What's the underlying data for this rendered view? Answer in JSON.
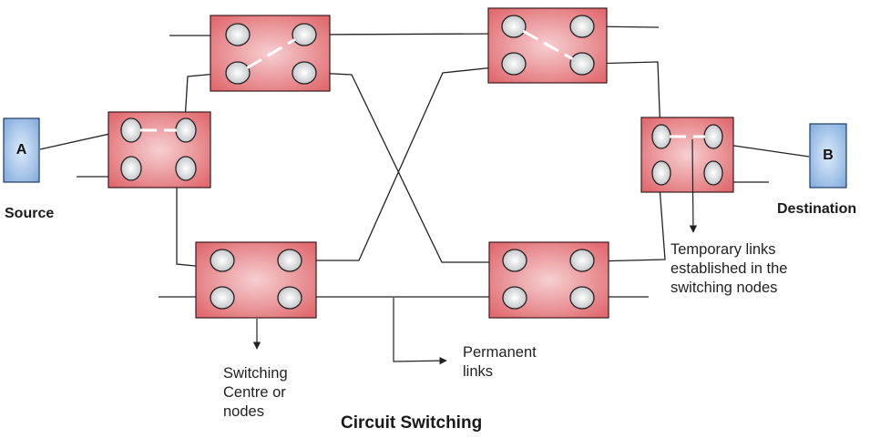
{
  "title": "Circuit Switching",
  "endpoints": [
    {
      "id": "source",
      "letter": "A",
      "caption": "Source"
    },
    {
      "id": "destination",
      "letter": "B",
      "caption": "Destination"
    }
  ],
  "nodes": [
    {
      "id": "node-left",
      "temporary_link": "top-left to top-right"
    },
    {
      "id": "node-top-left",
      "temporary_link": "bottom-left to top-right"
    },
    {
      "id": "node-top-right",
      "temporary_link": "top-left to bottom-right"
    },
    {
      "id": "node-right",
      "temporary_link": "top-left to top-right"
    },
    {
      "id": "node-bottom-left",
      "temporary_link": "none"
    },
    {
      "id": "node-bottom-right",
      "temporary_link": "none"
    }
  ],
  "annotations": {
    "temporary": [
      "Temporary links",
      "established in the",
      "switching nodes"
    ],
    "permanent": [
      "Permanent",
      "links"
    ],
    "switching_centre": [
      "Switching",
      "Centre or",
      "nodes"
    ]
  },
  "colors": {
    "node_fill": "#e2767a",
    "node_center": "#f7d0d2",
    "endpoint_fill": "#8fb8e6",
    "endpoint_center": "#d3e6f7",
    "temp_link": "#ffffff",
    "line": "#222222"
  }
}
